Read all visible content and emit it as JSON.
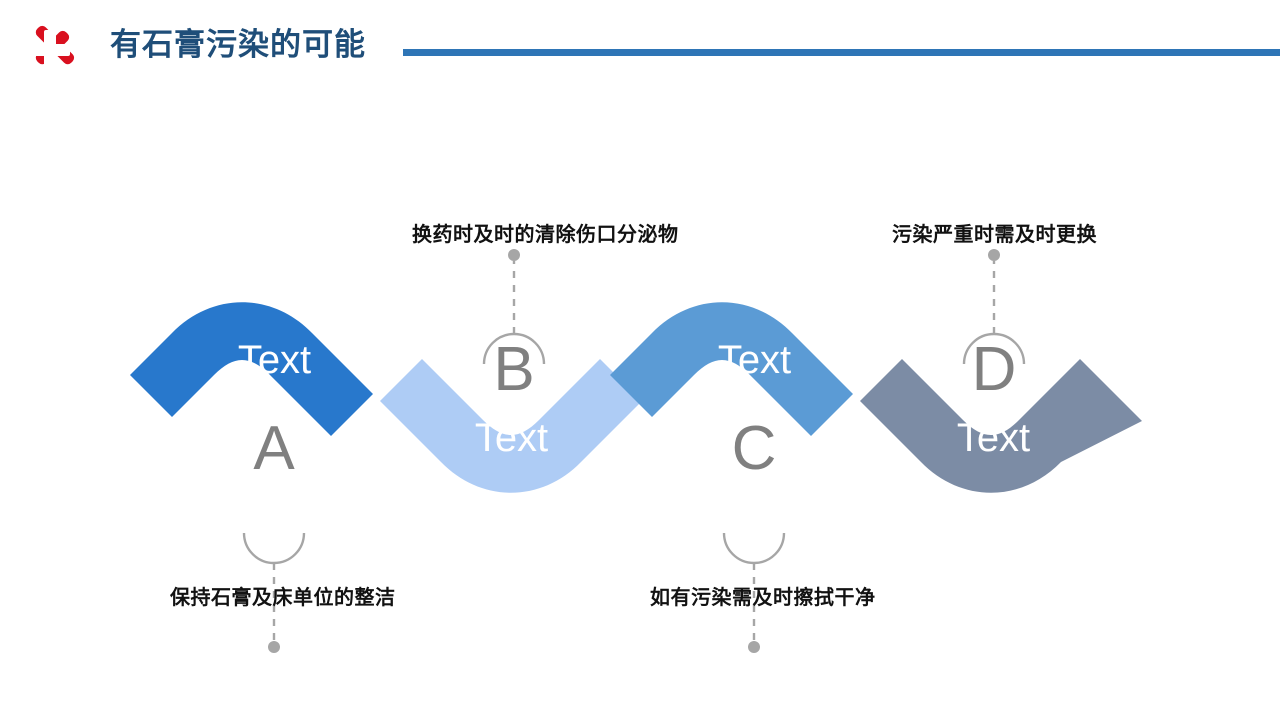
{
  "header": {
    "logo_icon": "medical-cross-logo",
    "title": "有石膏污染的可能",
    "title_color": "#1F4E79",
    "rule_color": "#2E75B6",
    "logo_color": "#D9101F"
  },
  "diagram": {
    "type": "wave-ribbon-process",
    "segments": [
      {
        "key": "A",
        "marker": "A",
        "ribbon_label": "Text",
        "color": "#2878CC",
        "direction": "crest",
        "caption": "保持石膏及床单位的整洁",
        "caption_position": "bottom"
      },
      {
        "key": "B",
        "marker": "B",
        "ribbon_label": "Text",
        "color": "#AECCF5",
        "direction": "trough",
        "caption": "换药时及时的清除伤口分泌物",
        "caption_position": "top"
      },
      {
        "key": "C",
        "marker": "C",
        "ribbon_label": "Text",
        "color": "#5B9BD5",
        "direction": "crest",
        "caption": "如有污染需及时擦拭干净",
        "caption_position": "bottom"
      },
      {
        "key": "D",
        "marker": "D",
        "ribbon_label": "Text",
        "color": "#7C8CA5",
        "direction": "trough",
        "caption": "污染严重时需及时更换",
        "caption_position": "top"
      }
    ],
    "marker_color": "#808080",
    "connector_color": "#A6A6A6"
  }
}
